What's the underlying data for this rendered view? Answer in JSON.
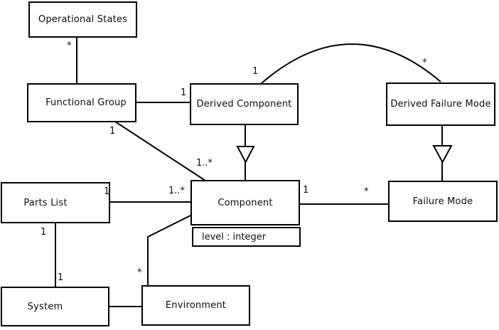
{
  "diagram": {
    "type": "uml-class-diagram",
    "colors": {
      "line": "#000000",
      "box_fill": "#ffffff",
      "background": "#ffffff",
      "text": "#0d0d0d"
    },
    "classes": [
      {
        "id": "operational-states",
        "label": "Operational States"
      },
      {
        "id": "functional-group",
        "label": "Functional Group"
      },
      {
        "id": "derived-component",
        "label": "Derived Component"
      },
      {
        "id": "derived-failure-mode",
        "label": "Derived Failure Mode"
      },
      {
        "id": "parts-list",
        "label": "Parts List"
      },
      {
        "id": "component",
        "label": "Component",
        "attributes": [
          "level : integer"
        ]
      },
      {
        "id": "failure-mode",
        "label": "Failure Mode"
      },
      {
        "id": "system",
        "label": "System"
      },
      {
        "id": "environment",
        "label": "Environment"
      }
    ],
    "multiplicities": [
      {
        "text": "*",
        "relation": "operational-states_functional-group"
      },
      {
        "text": "1",
        "relation": "functional-group_derived-component"
      },
      {
        "text": "1",
        "relation": "functional-group_component",
        "end": "functional-group"
      },
      {
        "text": "1",
        "relation": "derived-component_derived-failure-mode",
        "end": "derived-component"
      },
      {
        "text": "*",
        "relation": "derived-component_derived-failure-mode",
        "end": "derived-failure-mode"
      },
      {
        "text": "1",
        "relation": "parts-list_component",
        "end": "parts-list"
      },
      {
        "text": "1..*",
        "relation": "parts-list_component",
        "end": "component"
      },
      {
        "text": "1..*",
        "relation": "functional-group_component",
        "end": "component"
      },
      {
        "text": "1",
        "relation": "component_failure-mode",
        "end": "component"
      },
      {
        "text": "*",
        "relation": "component_failure-mode",
        "end": "failure-mode"
      },
      {
        "text": "1",
        "relation": "parts-list_system",
        "end": "parts-list"
      },
      {
        "text": "1",
        "relation": "parts-list_system",
        "end": "system"
      },
      {
        "text": "*",
        "relation": "component_environment",
        "end": "environment"
      }
    ],
    "relations": [
      {
        "from": "Operational States",
        "to": "Functional Group",
        "type": "association",
        "labels": [
          "*"
        ]
      },
      {
        "from": "Functional Group",
        "to": "Derived Component",
        "type": "association",
        "labels": [
          "1"
        ]
      },
      {
        "from": "Functional Group",
        "to": "Component",
        "type": "association",
        "labels": [
          "1",
          "1..*"
        ]
      },
      {
        "from": "Derived Component",
        "to": "Component",
        "type": "generalization",
        "labels": []
      },
      {
        "from": "Derived Component",
        "to": "Derived Failure Mode",
        "type": "association",
        "labels": [
          "1",
          "*"
        ]
      },
      {
        "from": "Derived Failure Mode",
        "to": "Failure Mode",
        "type": "generalization",
        "labels": []
      },
      {
        "from": "Parts List",
        "to": "Component",
        "type": "association",
        "labels": [
          "1",
          "1..*"
        ]
      },
      {
        "from": "Component",
        "to": "Failure Mode",
        "type": "association",
        "labels": [
          "1",
          "*"
        ]
      },
      {
        "from": "Component",
        "to": "Environment",
        "type": "association",
        "labels": [
          "*"
        ]
      },
      {
        "from": "Parts List",
        "to": "System",
        "type": "association",
        "labels": [
          "1",
          "1"
        ]
      },
      {
        "from": "System",
        "to": "Environment",
        "type": "association",
        "labels": []
      }
    ]
  }
}
